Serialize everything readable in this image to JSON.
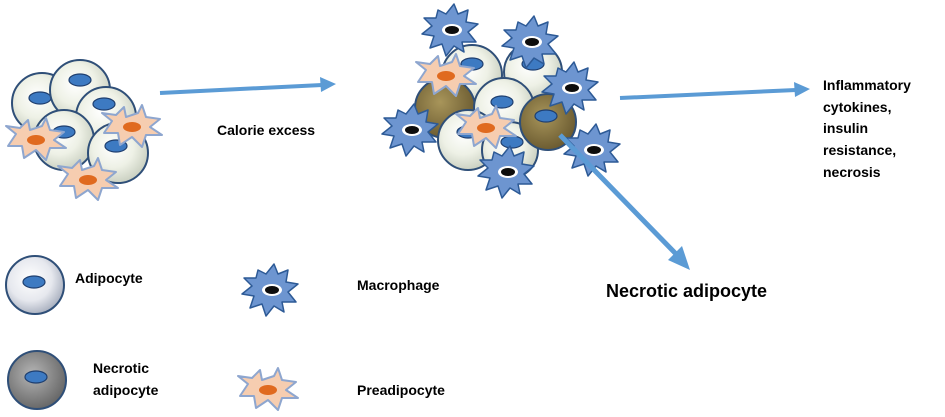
{
  "labels": {
    "calorie_excess": "Calorie excess",
    "outcomes": [
      "Inflammatory",
      "cytokines,",
      "insulin",
      "resistance,",
      "necrosis"
    ],
    "necrotic_callout": "Necrotic adipocyte"
  },
  "legend": {
    "adipocyte": "Adipocyte",
    "macrophage": "Macrophage",
    "necrotic_lines": [
      "Necrotic",
      "adipocyte"
    ],
    "preadipocyte": "Preadipocyte"
  },
  "colors": {
    "arrow": "#5b9bd5",
    "adipocyte_fill": "#eef1e6",
    "adipocyte_outline": "#2f4f78",
    "nucleus": "#3d7ac2",
    "necrotic_fill": "#7a6a3c",
    "macrophage": "#6d95d0",
    "preadipocyte": "#f6cdb0",
    "preadipocyte_nucleus": "#e06a1f",
    "legend_necrotic": "#8a8a8a"
  }
}
